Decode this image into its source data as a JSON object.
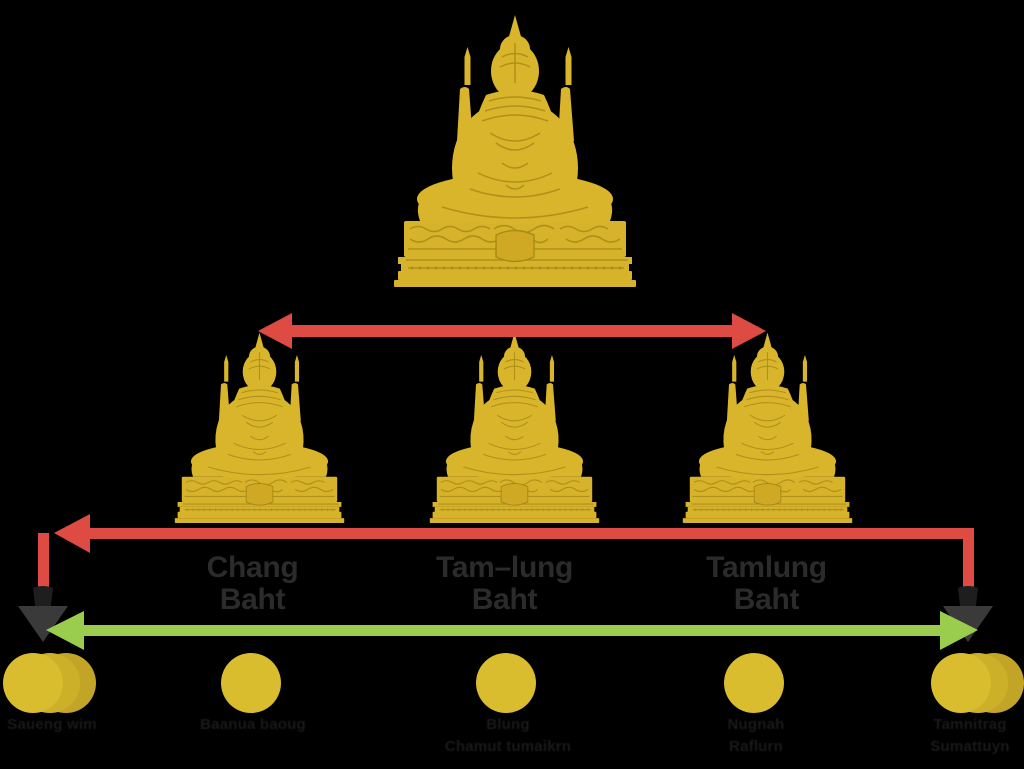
{
  "diagram": {
    "title": "Thai weight unit hierarchy diagram",
    "background_color": "#000000",
    "gold_color": "#d9b52c",
    "gold_shadow_color": "#c9a524",
    "red_color": "#dd4b42",
    "green_color": "#9acd4e",
    "dark_arrow_color": "#3a3a3a",
    "label_color": "#2b2b2b"
  },
  "statues": {
    "top": {
      "name": "top-statue"
    },
    "row": [
      {
        "name": "statue-left"
      },
      {
        "name": "statue-center"
      },
      {
        "name": "statue-right"
      }
    ]
  },
  "tier_labels": [
    {
      "line1": "Chang",
      "line2": "Baht"
    },
    {
      "line1": "Tam–lung",
      "line2": "Baht"
    },
    {
      "line1": "Tamlung",
      "line2": "Baht"
    }
  ],
  "arrows": {
    "top_span": {
      "name": "red-double-arrow-top",
      "color": "#dd4b42",
      "style": "double-headed"
    },
    "bracket": {
      "name": "red-bracket-arrow",
      "color": "#dd4b42",
      "style": "left-head-bracket"
    },
    "bottom_span": {
      "name": "green-double-arrow-bottom",
      "color": "#9acd4e",
      "style": "double-headed"
    },
    "drop_left": {
      "name": "dark-down-arrow-left",
      "color": "#3a3a3a"
    },
    "drop_right": {
      "name": "dark-down-arrow-right",
      "color": "#3a3a3a"
    }
  },
  "coins": [
    {
      "name": "coin-stack-left",
      "type": "stack",
      "count": 3,
      "caption": [
        "Saueng wim"
      ]
    },
    {
      "name": "coin-single-2",
      "type": "single",
      "caption": [
        "Baanua baoug"
      ]
    },
    {
      "name": "coin-single-3",
      "type": "single",
      "caption": [
        "Blung",
        "Chamut tumaikrn"
      ]
    },
    {
      "name": "coin-single-4",
      "type": "single",
      "caption": [
        "Nugnah",
        "Raflurn"
      ]
    },
    {
      "name": "coin-stack-right",
      "type": "stack",
      "count": 3,
      "caption": [
        "Tamnitrag",
        "Sumattuyn"
      ]
    }
  ]
}
